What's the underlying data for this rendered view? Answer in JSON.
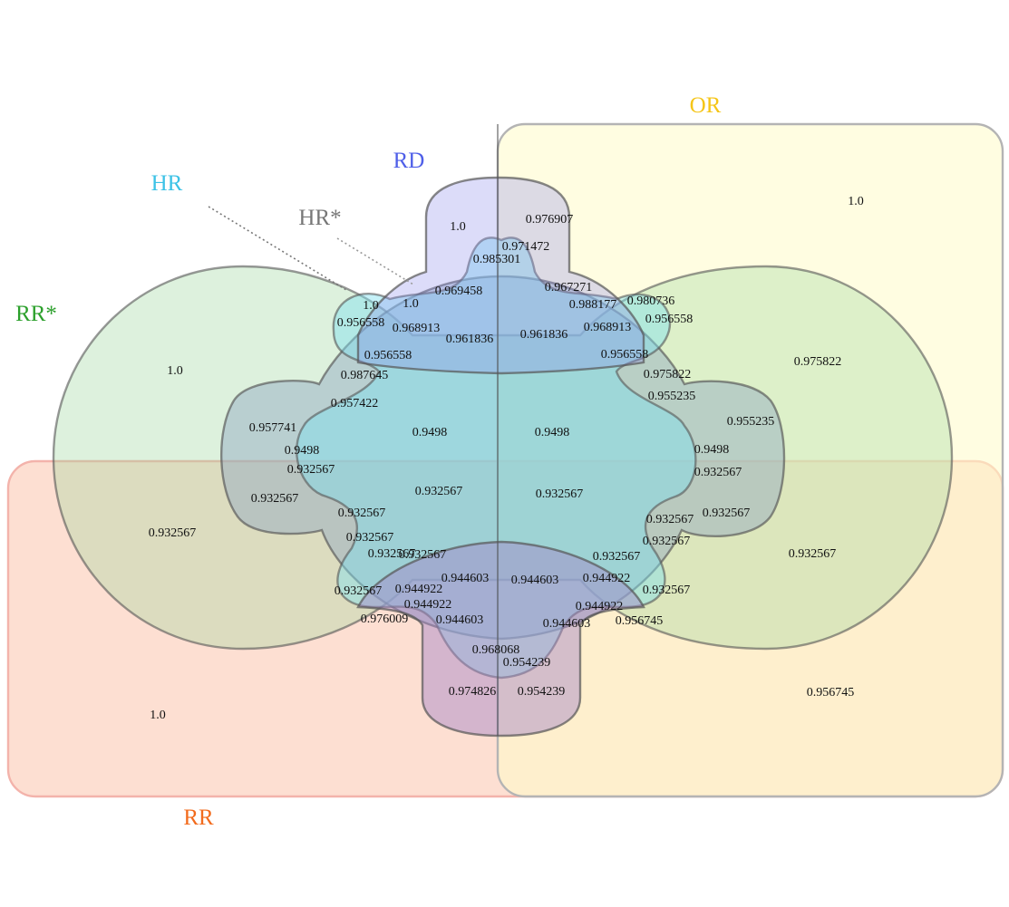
{
  "sets": [
    {
      "id": "OR",
      "label": "OR",
      "color": "#f5c518",
      "fill": "#fffcd0",
      "stroke": "#b8b8b8"
    },
    {
      "id": "RD",
      "label": "RD",
      "color": "#4f5fe8",
      "fill": "#8c8ce8",
      "stroke": "#555555"
    },
    {
      "id": "HR",
      "label": "HR",
      "color": "#3cc2e6",
      "fill": "#7fe0f0",
      "stroke": "#555555"
    },
    {
      "id": "HRs",
      "label": "HR*",
      "color": "#777777",
      "fill": "#d0d0d0",
      "stroke": "#555555"
    },
    {
      "id": "RRs",
      "label": "RR*",
      "color": "#2ca02c",
      "fill": "#9ad19a",
      "stroke": "#555555"
    },
    {
      "id": "RR",
      "label": "RR",
      "color": "#f26b1d",
      "fill": "#fcc9b4",
      "stroke": "#f0b0a8"
    }
  ],
  "regions": [
    "1.0",
    "0.976907",
    "0.971472",
    "0.985301",
    "1.0",
    "1.0",
    "0.969458",
    "0.967271",
    "0.988177",
    "0.980736",
    "0.956558",
    "0.968913",
    "0.961836",
    "0.961836",
    "0.968913",
    "0.956558",
    "0.956558",
    "0.956558",
    "0.987645",
    "0.975822",
    "0.975822",
    "0.955235",
    "0.955235",
    "0.957422",
    "0.957741",
    "0.9498",
    "0.9498",
    "0.9498",
    "0.9498",
    "0.932567",
    "0.932567",
    "0.932567",
    "0.932567",
    "0.932567",
    "0.932567",
    "0.932567",
    "0.932567",
    "0.932567",
    "0.932567",
    "0.932567",
    "0.932567",
    "0.932567",
    "0.932567",
    "0.932567",
    "0.932567",
    "0.932567",
    "0.944603",
    "0.944603",
    "0.944922",
    "0.944922",
    "0.944922",
    "0.944922",
    "0.944603",
    "0.944603",
    "0.976009",
    "0.956745",
    "0.968068",
    "0.954239",
    "0.974826",
    "0.954239",
    "1.0",
    "1.0",
    "0.956745",
    "1.0"
  ]
}
